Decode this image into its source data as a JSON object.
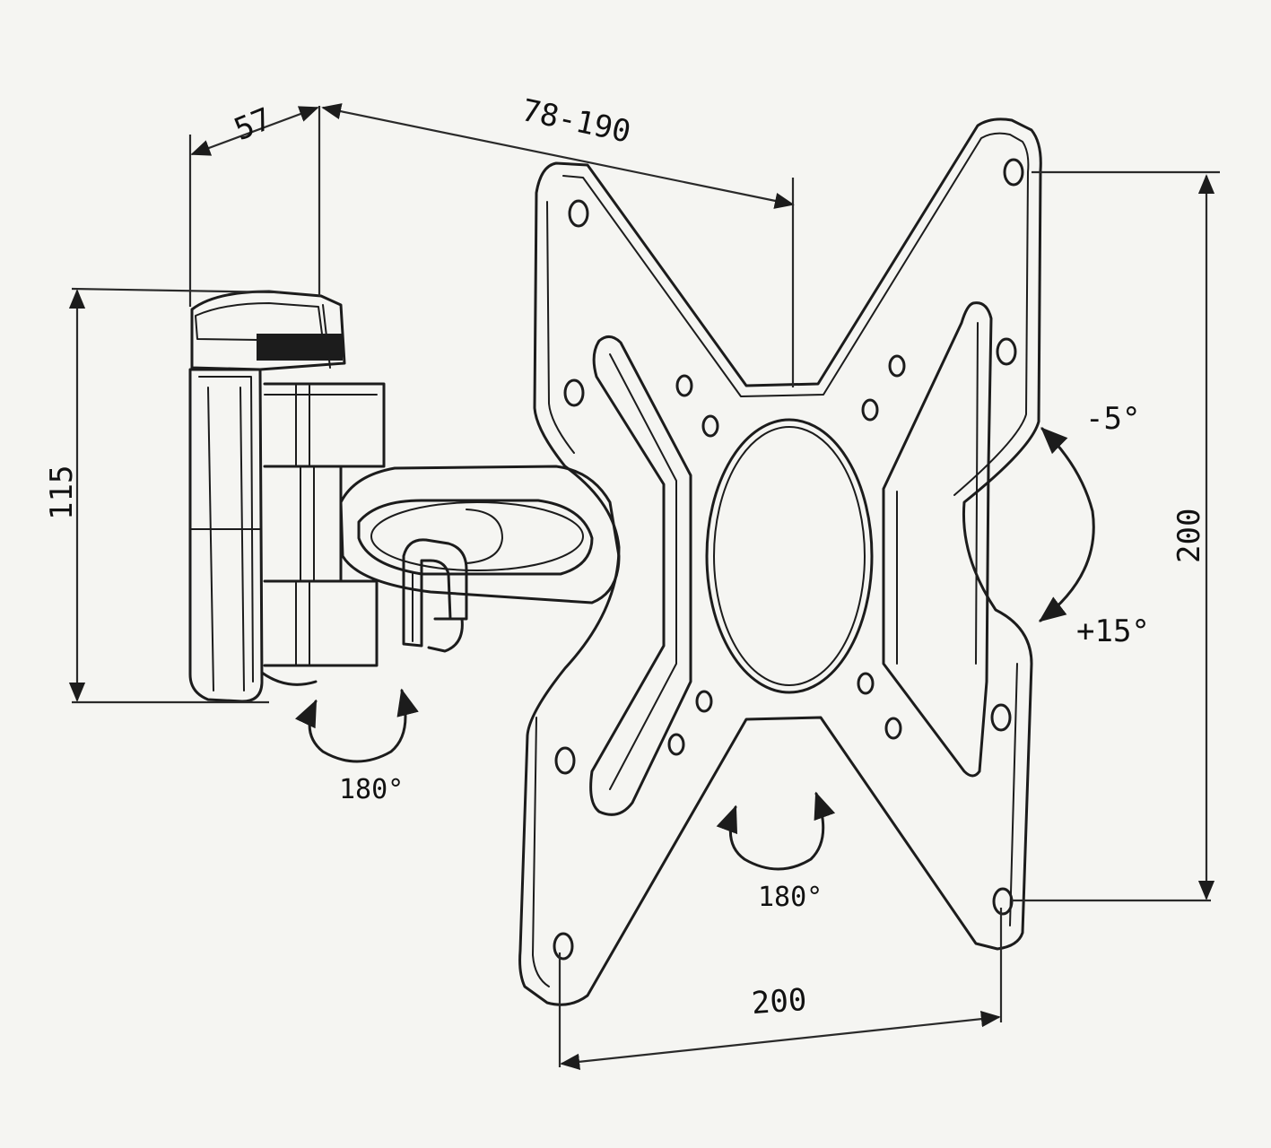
{
  "dimensions": {
    "depth": "57",
    "extension": "78-190",
    "height": "115",
    "vesa_vertical": "200",
    "vesa_horizontal": "200"
  },
  "rotations": {
    "wall_swivel": "180°",
    "plate_rotation": "180°",
    "tilt_up": "-5°",
    "tilt_down": "+15°"
  },
  "colors": {
    "line": "#1c1c1c",
    "background": "#f5f5f2"
  }
}
